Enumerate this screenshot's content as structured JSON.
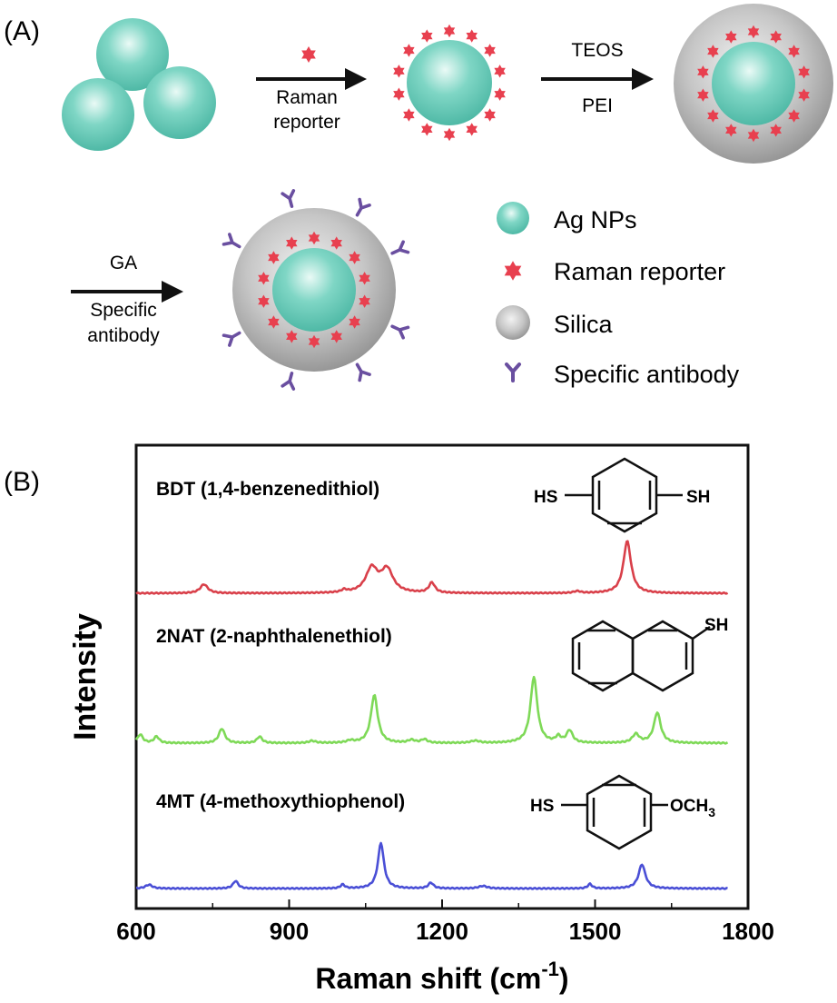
{
  "panel_a": {
    "label": "(A)",
    "step1_label_line1": "Raman",
    "step1_label_line2": "reporter",
    "step2_label_top": "TEOS",
    "step2_label_bottom": "PEI",
    "step3_label_top": "GA",
    "step3_label_line1": "Specific",
    "step3_label_line2": "antibody",
    "legend": [
      {
        "label": "Ag NPs",
        "icon": "ag-nanoparticle-icon"
      },
      {
        "label": "Raman reporter",
        "icon": "raman-reporter-star-icon"
      },
      {
        "label": "Silica",
        "icon": "silica-sphere-icon"
      },
      {
        "label": "Specific antibody",
        "icon": "antibody-y-icon"
      }
    ],
    "colors": {
      "ag": "#5cc7b4",
      "reporter": "#e8404f",
      "silica": "#a9a9a9",
      "antibody": "#6a4fa0"
    }
  },
  "panel_b": {
    "label": "(B)",
    "chart_data": {
      "type": "line",
      "xlabel_main": "Raman shift (cm",
      "xlabel_sup": "-1",
      "xlabel_close": ")",
      "ylabel": "Intensity",
      "xlim": [
        600,
        1800
      ],
      "xticks": [
        "600",
        "900",
        "1200",
        "1500",
        "1800"
      ],
      "xtick_values": [
        600,
        900,
        1200,
        1500,
        1800
      ],
      "x_data_range": [
        600,
        1760
      ],
      "series": [
        {
          "name": "BDT (1,4-benzenedithiol)",
          "color": "#d9404a",
          "peaks": [
            [
              733,
              0.14,
              9
            ],
            [
              1008,
              0.04,
              6
            ],
            [
              1062,
              0.38,
              14
            ],
            [
              1092,
              0.36,
              14
            ],
            [
              1180,
              0.16,
              7
            ],
            [
              1465,
              0.03,
              8
            ],
            [
              1563,
              0.82,
              9
            ]
          ]
        },
        {
          "name": "2NAT (2-naphthalenethiol)",
          "color": "#7ed957",
          "peaks": [
            [
              608,
              0.12,
              6
            ],
            [
              640,
              0.09,
              6
            ],
            [
              768,
              0.2,
              7
            ],
            [
              842,
              0.09,
              6
            ],
            [
              945,
              0.03,
              8
            ],
            [
              1020,
              0.03,
              8
            ],
            [
              1067,
              0.66,
              8
            ],
            [
              1140,
              0.04,
              8
            ],
            [
              1165,
              0.05,
              7
            ],
            [
              1265,
              0.03,
              10
            ],
            [
              1380,
              0.91,
              8
            ],
            [
              1428,
              0.08,
              6
            ],
            [
              1450,
              0.17,
              7
            ],
            [
              1580,
              0.12,
              8
            ],
            [
              1622,
              0.42,
              8
            ]
          ]
        },
        {
          "name": "4MT (4-methoxythiophenol)",
          "color": "#4a4fd6",
          "peaks": [
            [
              625,
              0.06,
              8
            ],
            [
              795,
              0.12,
              6
            ],
            [
              1005,
              0.06,
              5
            ],
            [
              1080,
              0.72,
              7
            ],
            [
              1178,
              0.09,
              6
            ],
            [
              1280,
              0.04,
              10
            ],
            [
              1490,
              0.07,
              5
            ],
            [
              1592,
              0.38,
              8
            ]
          ]
        }
      ],
      "structures": [
        {
          "left": "HS",
          "right": "SH"
        },
        {
          "right": "SH"
        },
        {
          "left": "HS",
          "right_main": "OCH",
          "right_sub": "3"
        }
      ],
      "grid": false
    }
  }
}
